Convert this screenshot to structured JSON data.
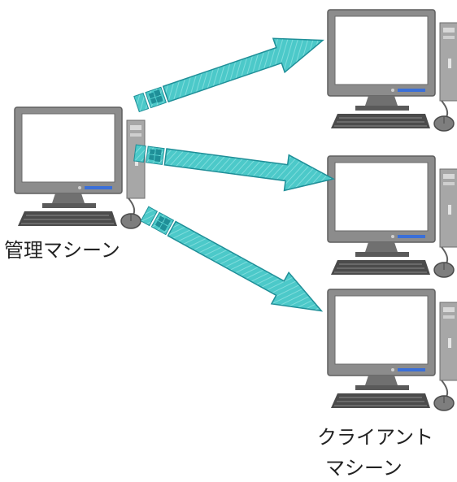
{
  "labels": {
    "admin": "管理マシーン",
    "client_line1": "クライアント",
    "client_line2": "マシーン"
  },
  "colors": {
    "arrow_fill": "#4cc9c9",
    "arrow_stroke": "#1f8f98",
    "monitor_frame": "#8a8a8a",
    "screen": "#ffffff",
    "keyboard": "#4a4a4a",
    "tower": "#9a9a9a",
    "mouse": "#8a8a8a"
  },
  "icons": [
    "desktop-computer-icon",
    "windows-logo-icon",
    "arrow-icon"
  ]
}
